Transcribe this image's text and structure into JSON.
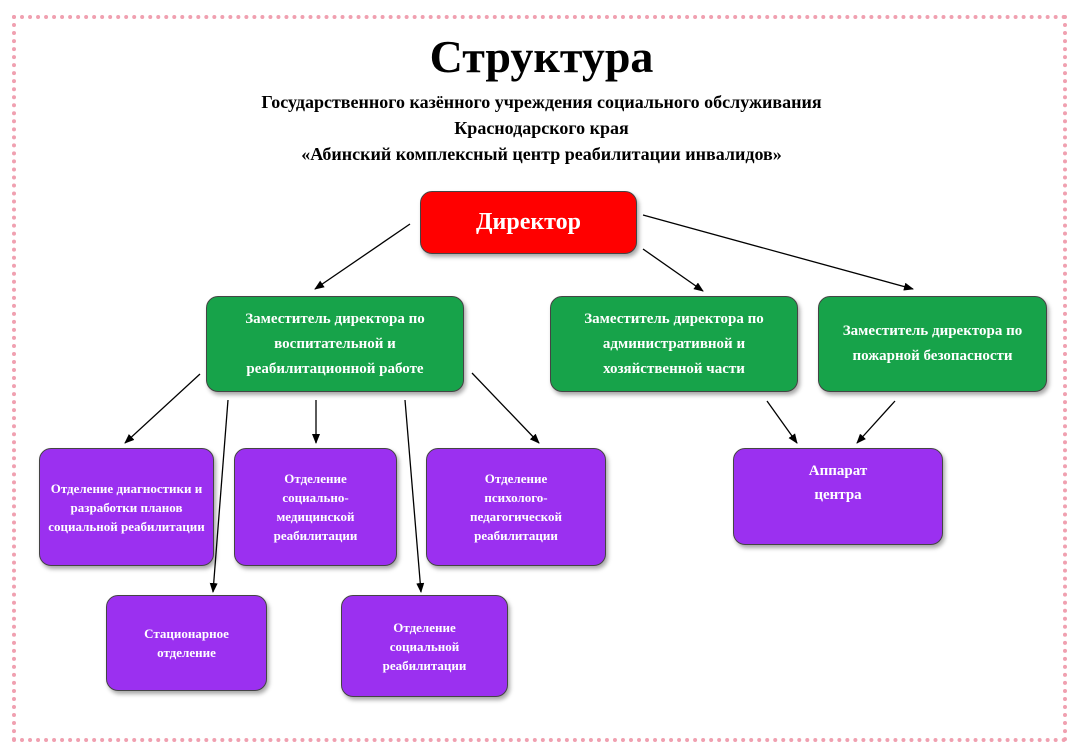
{
  "title": "Структура",
  "subtitle_lines": [
    "Государственного казённого учреждения социального обслуживания",
    "Краснодарского края",
    "«Абинский комплексный центр реабилитации инвалидов»"
  ],
  "nodes": {
    "director": "Директор",
    "deputy_education": "Заместитель директора по воспитательной и реабилитационной работе",
    "deputy_admin": "Заместитель директора по административной и хозяйственной части",
    "deputy_fire": "Заместитель директора по пожарной безопасности",
    "dept_diagnostics": "Отделение диагностики и разработки планов социальной реабилитации",
    "dept_medical": "Отделение социально-медицинской реабилитации",
    "dept_psych": "Отделение психолого-педагогической реабилитации",
    "dept_inpatient": "Стационарное отделение",
    "dept_social": "Отделение социальной реабилитации",
    "center_staff": "Аппарат центра"
  },
  "colors": {
    "director": "#ff0000",
    "deputy": "#17a34a",
    "department": "#9b30f0",
    "border": "#f0a0b0"
  }
}
